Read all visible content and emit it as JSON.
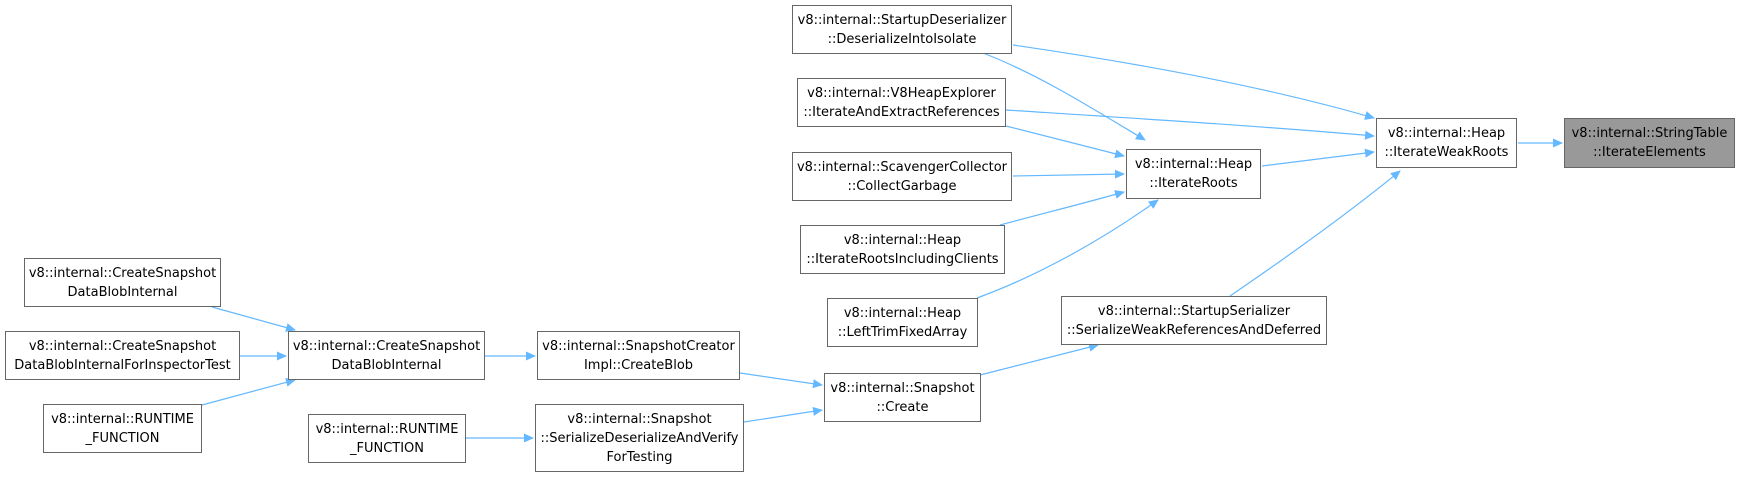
{
  "colors": {
    "edge": "#63b8ff",
    "node_border": "#666666",
    "focus_fill": "#999999"
  },
  "nodes": {
    "stringtable": {
      "lines": [
        "v8::internal::StringTable",
        "::IterateElements"
      ],
      "focus": true
    },
    "iterateweakroots": {
      "lines": [
        "v8::internal::Heap",
        "::IterateWeakRoots"
      ]
    },
    "iterateroots": {
      "lines": [
        "v8::internal::Heap",
        "::IterateRoots"
      ]
    },
    "startupdeser": {
      "lines": [
        "v8::internal::StartupDeserializer",
        "::DeserializeIntoIsolate"
      ]
    },
    "heapexplorer": {
      "lines": [
        "v8::internal::V8HeapExplorer",
        "::IterateAndExtractReferences"
      ]
    },
    "scavenger": {
      "lines": [
        "v8::internal::ScavengerCollector",
        "::CollectGarbage"
      ]
    },
    "rootsclients": {
      "lines": [
        "v8::internal::Heap",
        "::IterateRootsIncludingClients"
      ]
    },
    "lefttrim": {
      "lines": [
        "v8::internal::Heap",
        "::LeftTrimFixedArray"
      ]
    },
    "startupser": {
      "lines": [
        "v8::internal::StartupSerializer",
        "::SerializeWeakReferencesAndDeferred"
      ]
    },
    "snapshotcreate": {
      "lines": [
        "v8::internal::Snapshot",
        "::Create"
      ]
    },
    "creatorblob": {
      "lines": [
        "v8::internal::SnapshotCreator",
        "Impl::CreateBlob"
      ]
    },
    "serializeverify": {
      "lines": [
        "v8::internal::Snapshot",
        "::SerializeDeserializeAndVerify",
        "ForTesting"
      ]
    },
    "runtime2": {
      "lines": [
        "v8::internal::RUNTIME",
        "_FUNCTION"
      ]
    },
    "createblobmid": {
      "lines": [
        "v8::internal::CreateSnapshot",
        "DataBlobInternal"
      ]
    },
    "createblobtop": {
      "lines": [
        "v8::internal::CreateSnapshot",
        "DataBlobInternal"
      ]
    },
    "createblobinsp": {
      "lines": [
        "v8::internal::CreateSnapshot",
        "DataBlobInternalForInspectorTest"
      ]
    },
    "runtime1": {
      "lines": [
        "v8::internal::RUNTIME",
        "_FUNCTION"
      ]
    }
  }
}
